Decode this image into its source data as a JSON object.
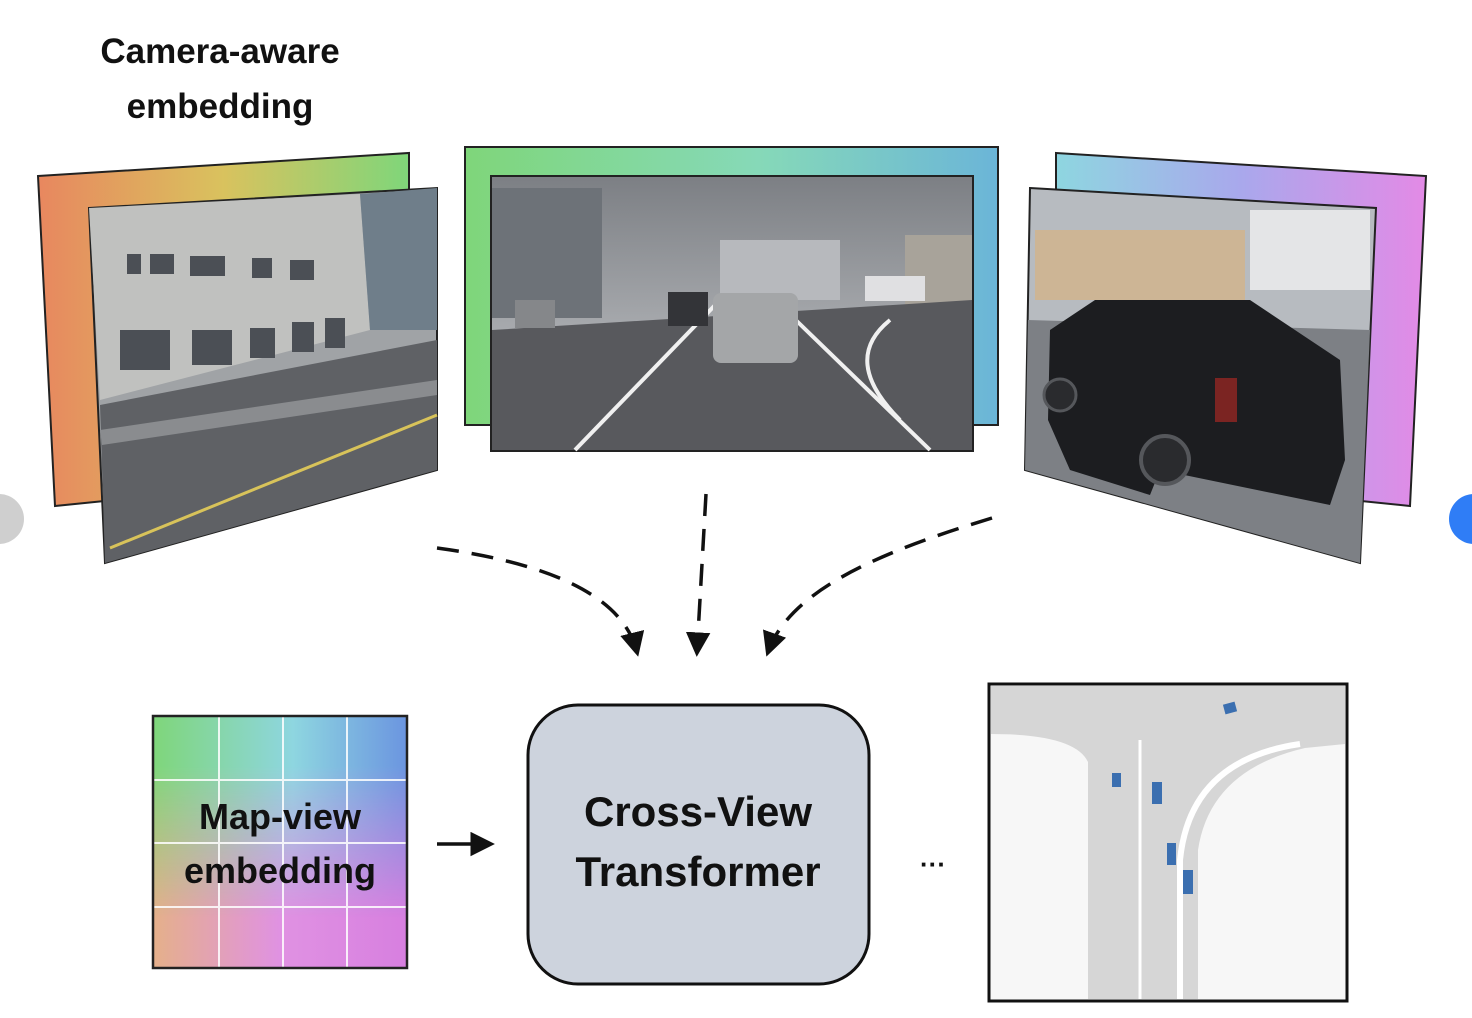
{
  "labels": {
    "camera_aware_line1": "Camera-aware",
    "camera_aware_line2": "embedding",
    "map_view_line1": "Map-view",
    "map_view_line2": "embedding",
    "transformer_line1": "Cross-View",
    "transformer_line2": "Transformer",
    "ellipsis": "···"
  },
  "colors": {
    "orange": "#e8875f",
    "green": "#7fd67a",
    "teal": "#8ed6e0",
    "blue": "#6bb5d8",
    "pink": "#e38ae6",
    "transformer_fill": "#cdd3dd",
    "road_gray": "#d6d6d6",
    "vehicle_blue": "#3b6fb0",
    "nav_next": "#2f7df6",
    "nav_prev": "#cfcfcf"
  },
  "icons": {
    "nav_prev": "chevron-left-icon",
    "nav_next": "chevron-right-icon"
  }
}
